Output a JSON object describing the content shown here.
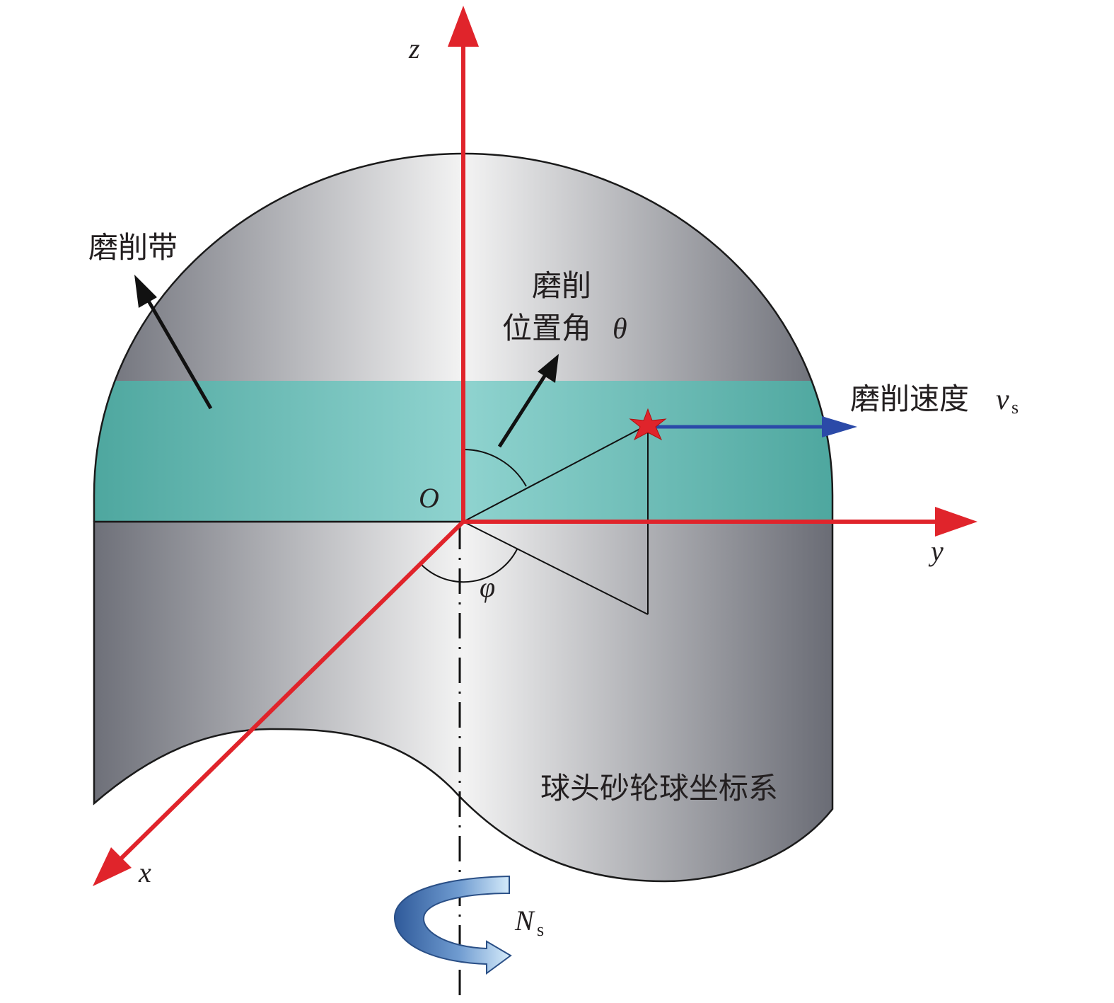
{
  "labels": {
    "axis_z": "z",
    "axis_y": "y",
    "axis_x": "x",
    "origin": "O",
    "grinding_band": "磨削带",
    "position_angle_line1": "磨削",
    "position_angle_line2": "位置角",
    "theta": "θ",
    "speed_text": "磨削速度",
    "speed_symbol": "v",
    "speed_subscript": "s",
    "phi": "φ",
    "rotation_symbol": "N",
    "rotation_subscript": "s",
    "coordinate_system": "球头砂轮球坐标系"
  },
  "colors": {
    "axis": "#e0242b",
    "velocity_arrow": "#2b4aa8",
    "grinding_band": "#6ec9c0",
    "wheel_dark": "#6e7079",
    "wheel_light": "#f2f2f2",
    "rotation_arrow": "#3f67a8",
    "outline": "#1a1a1a"
  }
}
